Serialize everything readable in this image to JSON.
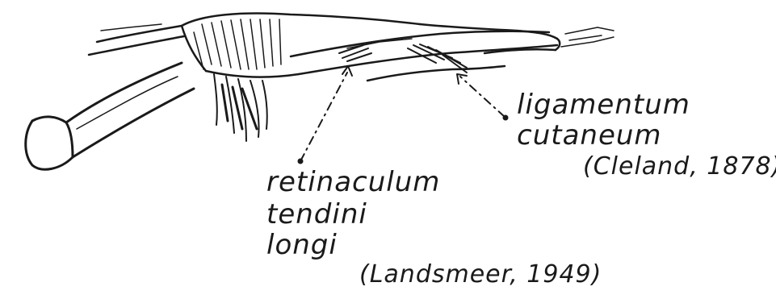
{
  "labels": {
    "ligamentum": "ligamentum",
    "cutaneum": "cutaneum",
    "cleland_citation": "(Cleland, 1878)",
    "retinaculum": "retinaculum",
    "tendini": "tendini",
    "longi": "longi",
    "landsmeer_citation": "(Landsmeer, 1949)"
  },
  "colors": {
    "ink": "#1a1a1a",
    "paper": "#ffffff"
  }
}
